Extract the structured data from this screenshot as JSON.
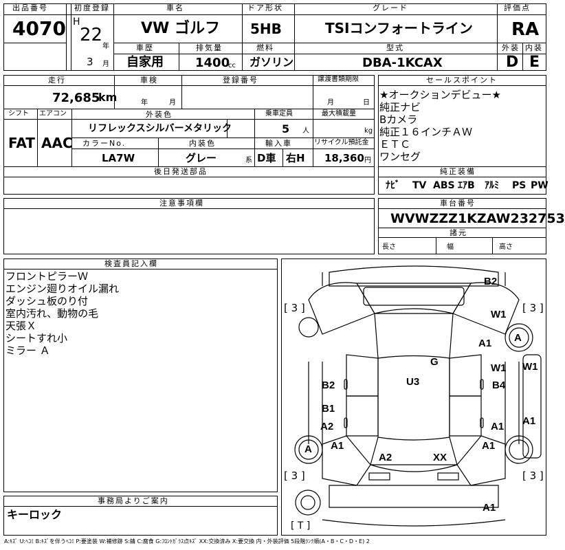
{
  "top": {
    "lot_label": "出品番号",
    "lot_no": "4070",
    "first_reg_label": "初度登録",
    "era": "H",
    "year": "22",
    "year_unit": "年",
    "month": "3",
    "month_unit": "月",
    "car_name_label": "車名",
    "car_name": "VW ゴルフ",
    "door_label": "ドア形状",
    "door": "5HB",
    "grade_label": "グレード",
    "grade": "TSIコンフォートライン",
    "score_label": "評価点",
    "score": "RA",
    "history_label": "車歴",
    "history": "自家用",
    "disp_label": "排気量",
    "disp": "1400",
    "disp_unit": "cc",
    "fuel_label": "燃料",
    "fuel": "ガソリン",
    "model_label": "型式",
    "model": "DBA-1KCAX",
    "ext_label": "外装",
    "ext": "D",
    "int_label": "内装",
    "int": "E"
  },
  "row2": {
    "mileage_label": "走行",
    "mileage": "72,685",
    "mileage_unit": "km",
    "inspection_label": "車検",
    "insp_year_unit": "年",
    "insp_month_unit": "月",
    "reg_label": "登録番号",
    "transfer_label": "譲渡書類期限",
    "tr_month_unit": "月",
    "tr_day_unit": "日",
    "shift_label": "シフト",
    "shift": "FAT",
    "ac_label": "エアコン",
    "ac": "AAC",
    "color_label": "外装色",
    "color": "リフレックスシルバーメタリック",
    "capacity_label": "乗車定員",
    "capacity": "5",
    "capacity_unit": "人",
    "load_label": "最大積載量",
    "load_unit": "kg",
    "color_no_label": "カラーNo.",
    "color_no": "LA7W",
    "int_color_label": "内装色",
    "int_color": "グレー",
    "int_color_unit": "系",
    "import_label": "輸入車",
    "import_type": "D車",
    "handle": "右H",
    "recycle_label": "リサイクル預託金",
    "recycle": "18,360",
    "recycle_unit": "円",
    "later_label": "後日発送部品"
  },
  "sales": {
    "label": "セールスポイント",
    "lines": [
      "★オークションデビュー★",
      "純正ナビ",
      "Bカメラ",
      "純正１６インチＡＷ",
      "ＥＴＣ",
      "ワンセグ"
    ]
  },
  "equip": {
    "label": "純正装備",
    "items": [
      "ﾅﾋﾞ",
      "TV",
      "ABS",
      "ｴｱB",
      "ｱﾙﾐ",
      "PS",
      "PW"
    ]
  },
  "notes_label": "注意事項欄",
  "chassis": {
    "label": "車台番号",
    "value": "WVWZZZ1KZAW232753"
  },
  "specs": {
    "label": "諸元",
    "length_label": "長さ",
    "width_label": "幅",
    "height_label": "高さ"
  },
  "inspector": {
    "label": "検査員記入欄",
    "lines": [
      "フロントピラーＷ",
      "エンジン廻りオイル漏れ",
      "ダッシュ板のり付",
      "室内汚れ、動物の毛",
      "天張Ｘ",
      "シートすれ小",
      "ミラー Ａ"
    ]
  },
  "office": {
    "label": "事務局よりご案内",
    "text": "キーロック"
  },
  "diagram": {
    "tire_fl": "[ 3 ]",
    "tire_fr": "[ 3 ]",
    "tire_rl": "[ 3 ]",
    "tire_rr": "[ 3 ]",
    "tire_t": "[ T ]",
    "marks": [
      "B2",
      "W1",
      "A1",
      "A",
      "G",
      "W1",
      "W1",
      "B4",
      "B2",
      "U3",
      "B1",
      "A2",
      "A1",
      "A1",
      "A1",
      "A",
      "A1",
      "A2",
      "XX",
      "A1"
    ]
  },
  "legend": "A:ｷｽﾞ U:ﾍｺﾐ B:ｷｽﾞを伴うﾍｺﾐ P:要塗装 W:補修跡 S:錆 C:腐食 G:ﾌﾛﾝﾄｶﾞﾗｽ点ｷｽﾞ XX:交換済み X:要交換 内・外装評価 5段階ﾗﾝｸ順(A・B・C・D・E) 2"
}
